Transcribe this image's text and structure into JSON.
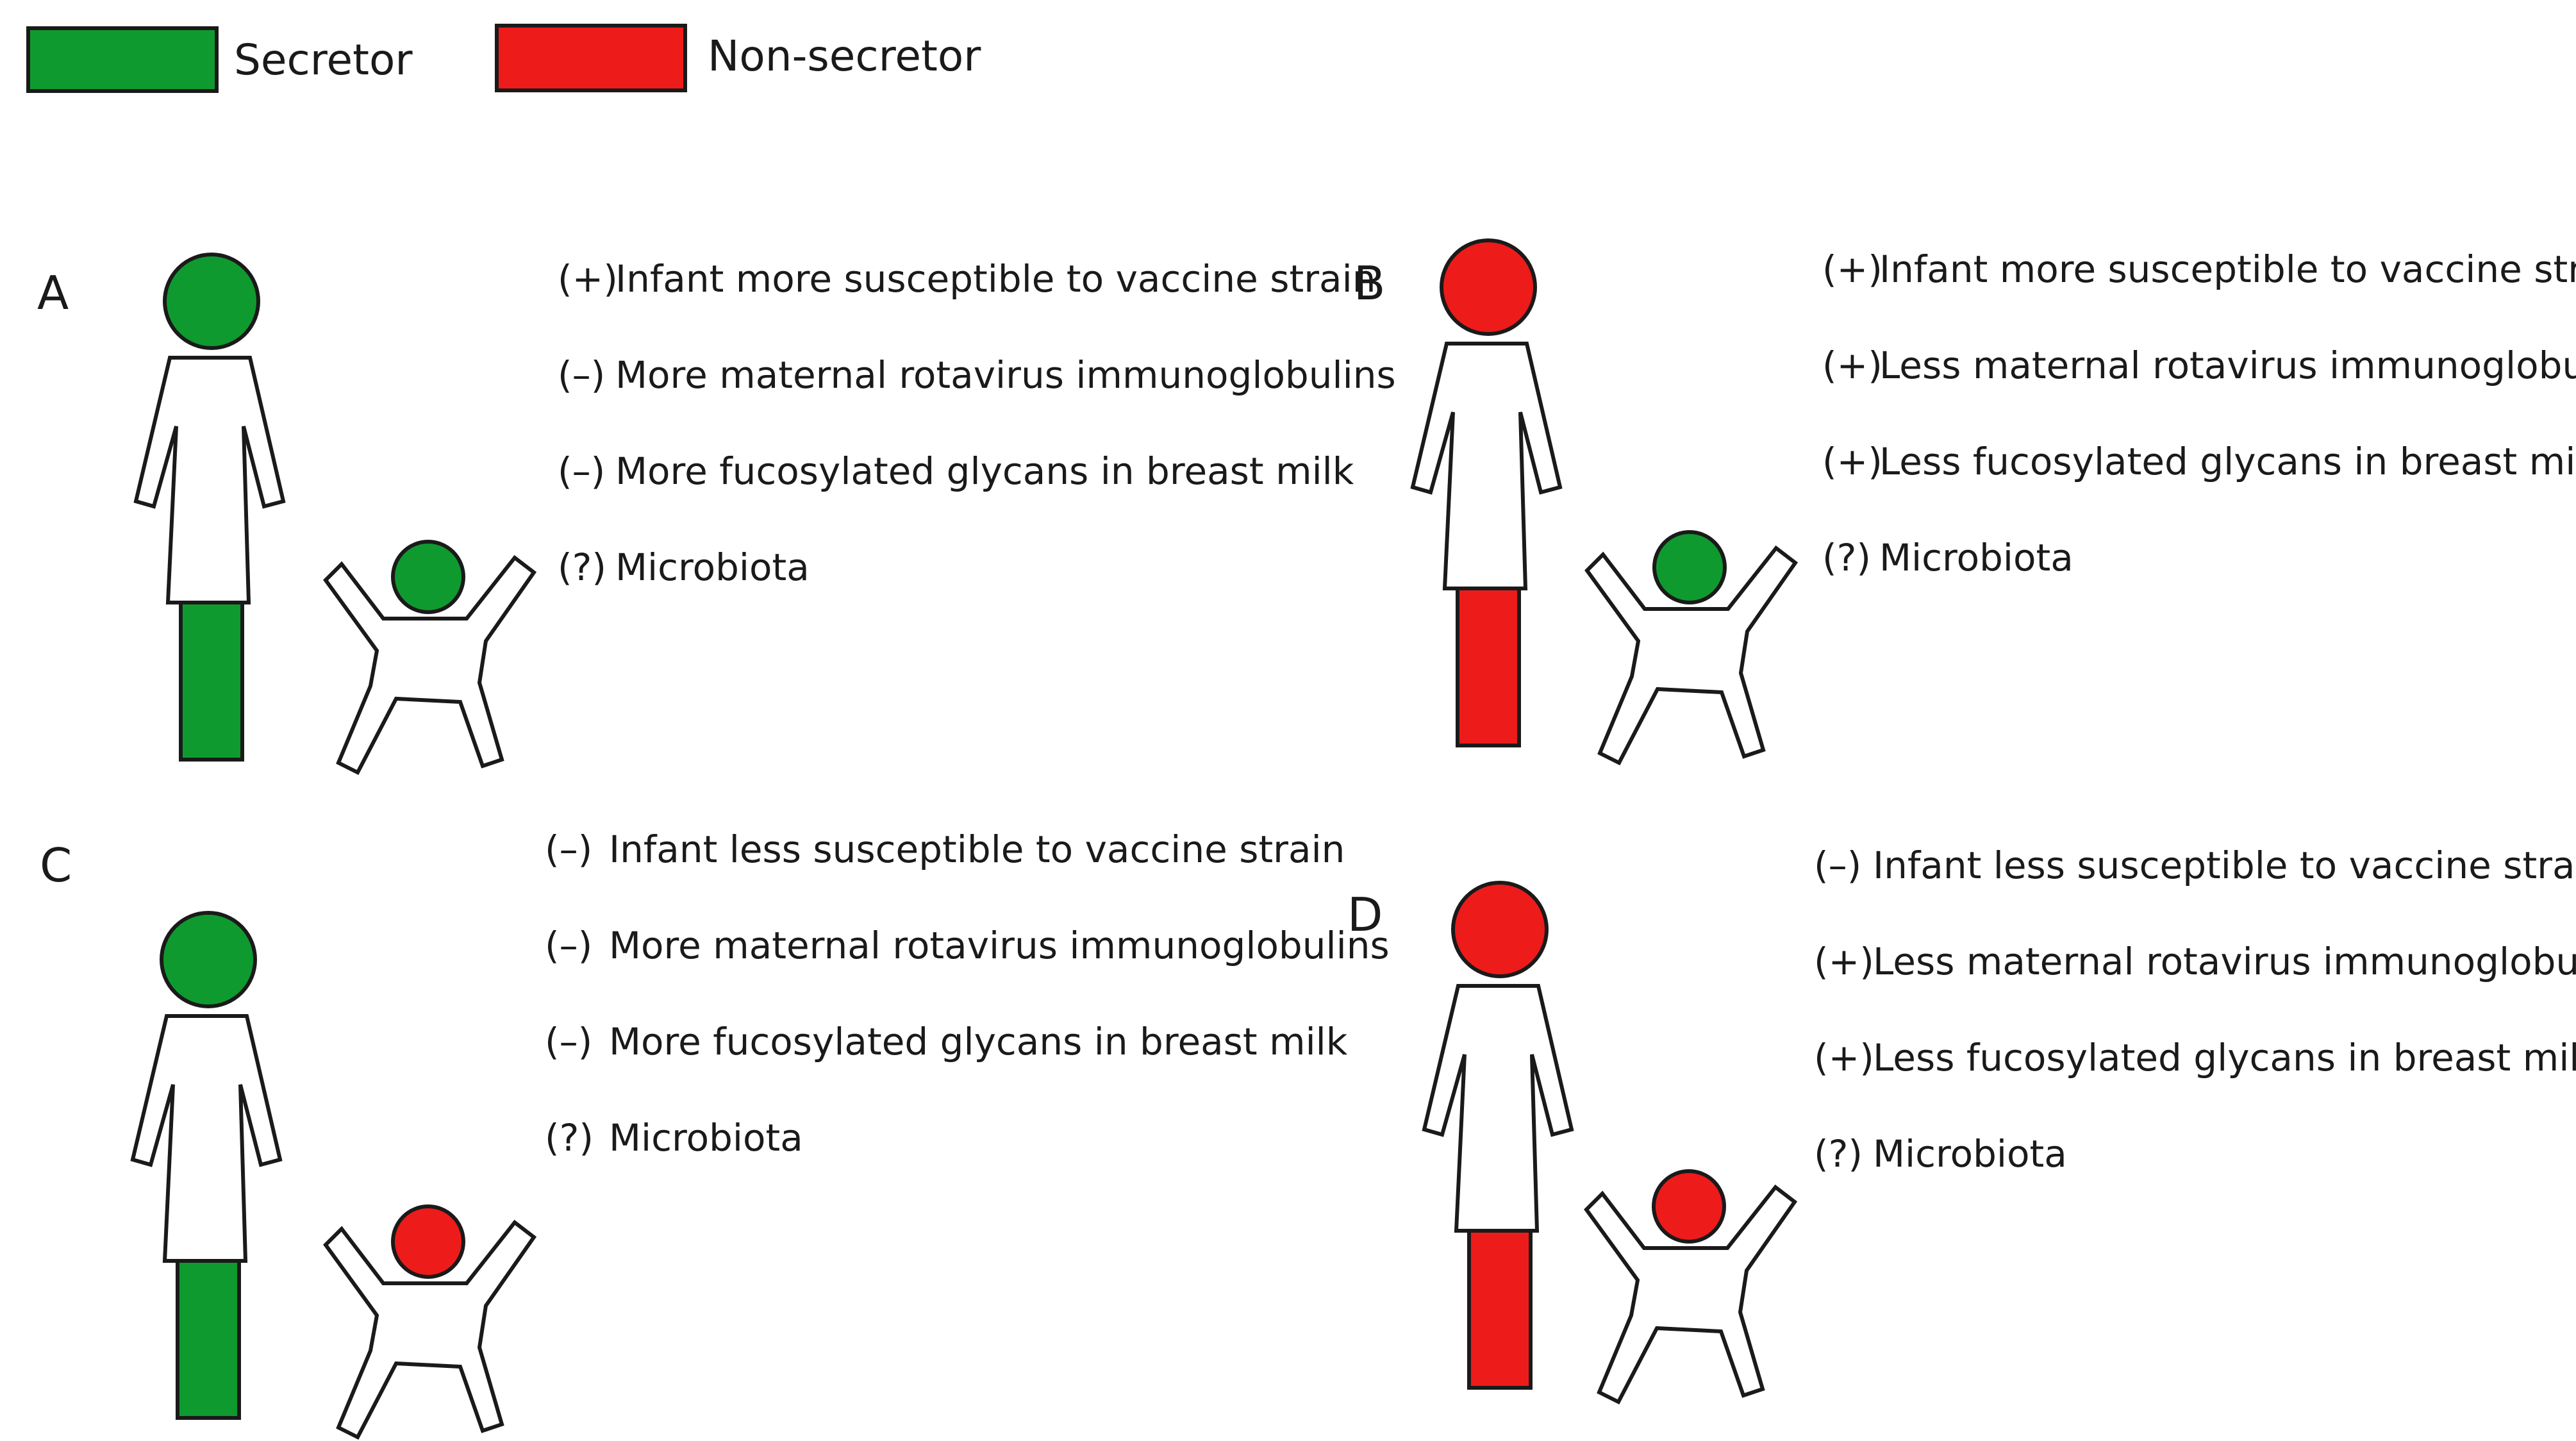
{
  "colors": {
    "secretor": "#0f9a2f",
    "non_secretor": "#ee1b1b"
  },
  "legend": {
    "secretor_label": "Secretor",
    "non_secretor_label": "Non-secretor"
  },
  "panels": [
    {
      "letter": "A",
      "mother_status": "secretor",
      "infant_status": "secretor",
      "effects": [
        {
          "sign": "(+)",
          "text": "Infant more susceptible to vaccine strain"
        },
        {
          "sign": "(–)",
          "text": "More maternal rotavirus immunoglobulins"
        },
        {
          "sign": "(–)",
          "text": "More fucosylated glycans in breast milk"
        },
        {
          "sign": "(?)",
          "text": "Microbiota"
        }
      ]
    },
    {
      "letter": "B",
      "mother_status": "non_secretor",
      "infant_status": "secretor",
      "effects": [
        {
          "sign": "(+)",
          "text": "Infant more susceptible to vaccine strain"
        },
        {
          "sign": "(+)",
          "text": "Less maternal rotavirus immunoglobulins"
        },
        {
          "sign": "(+)",
          "text": "Less fucosylated glycans in breast milk"
        },
        {
          "sign": "(?)",
          "text": "Microbiota"
        }
      ]
    },
    {
      "letter": "C",
      "mother_status": "secretor",
      "infant_status": "non_secretor",
      "effects": [
        {
          "sign": "(–)",
          "text": "Infant less susceptible to vaccine strain"
        },
        {
          "sign": "(–)",
          "text": "More maternal rotavirus immunoglobulins"
        },
        {
          "sign": "(–)",
          "text": "More fucosylated glycans in breast milk"
        },
        {
          "sign": "(?)",
          "text": "Microbiota"
        }
      ]
    },
    {
      "letter": "D",
      "mother_status": "non_secretor",
      "infant_status": "non_secretor",
      "effects": [
        {
          "sign": "(–)",
          "text": "Infant less susceptible to vaccine strain"
        },
        {
          "sign": "(+)",
          "text": "Less maternal rotavirus immunoglobulins"
        },
        {
          "sign": "(+)",
          "text": "Less fucosylated glycans in breast milk"
        },
        {
          "sign": "(?)",
          "text": "Microbiota"
        }
      ]
    }
  ]
}
